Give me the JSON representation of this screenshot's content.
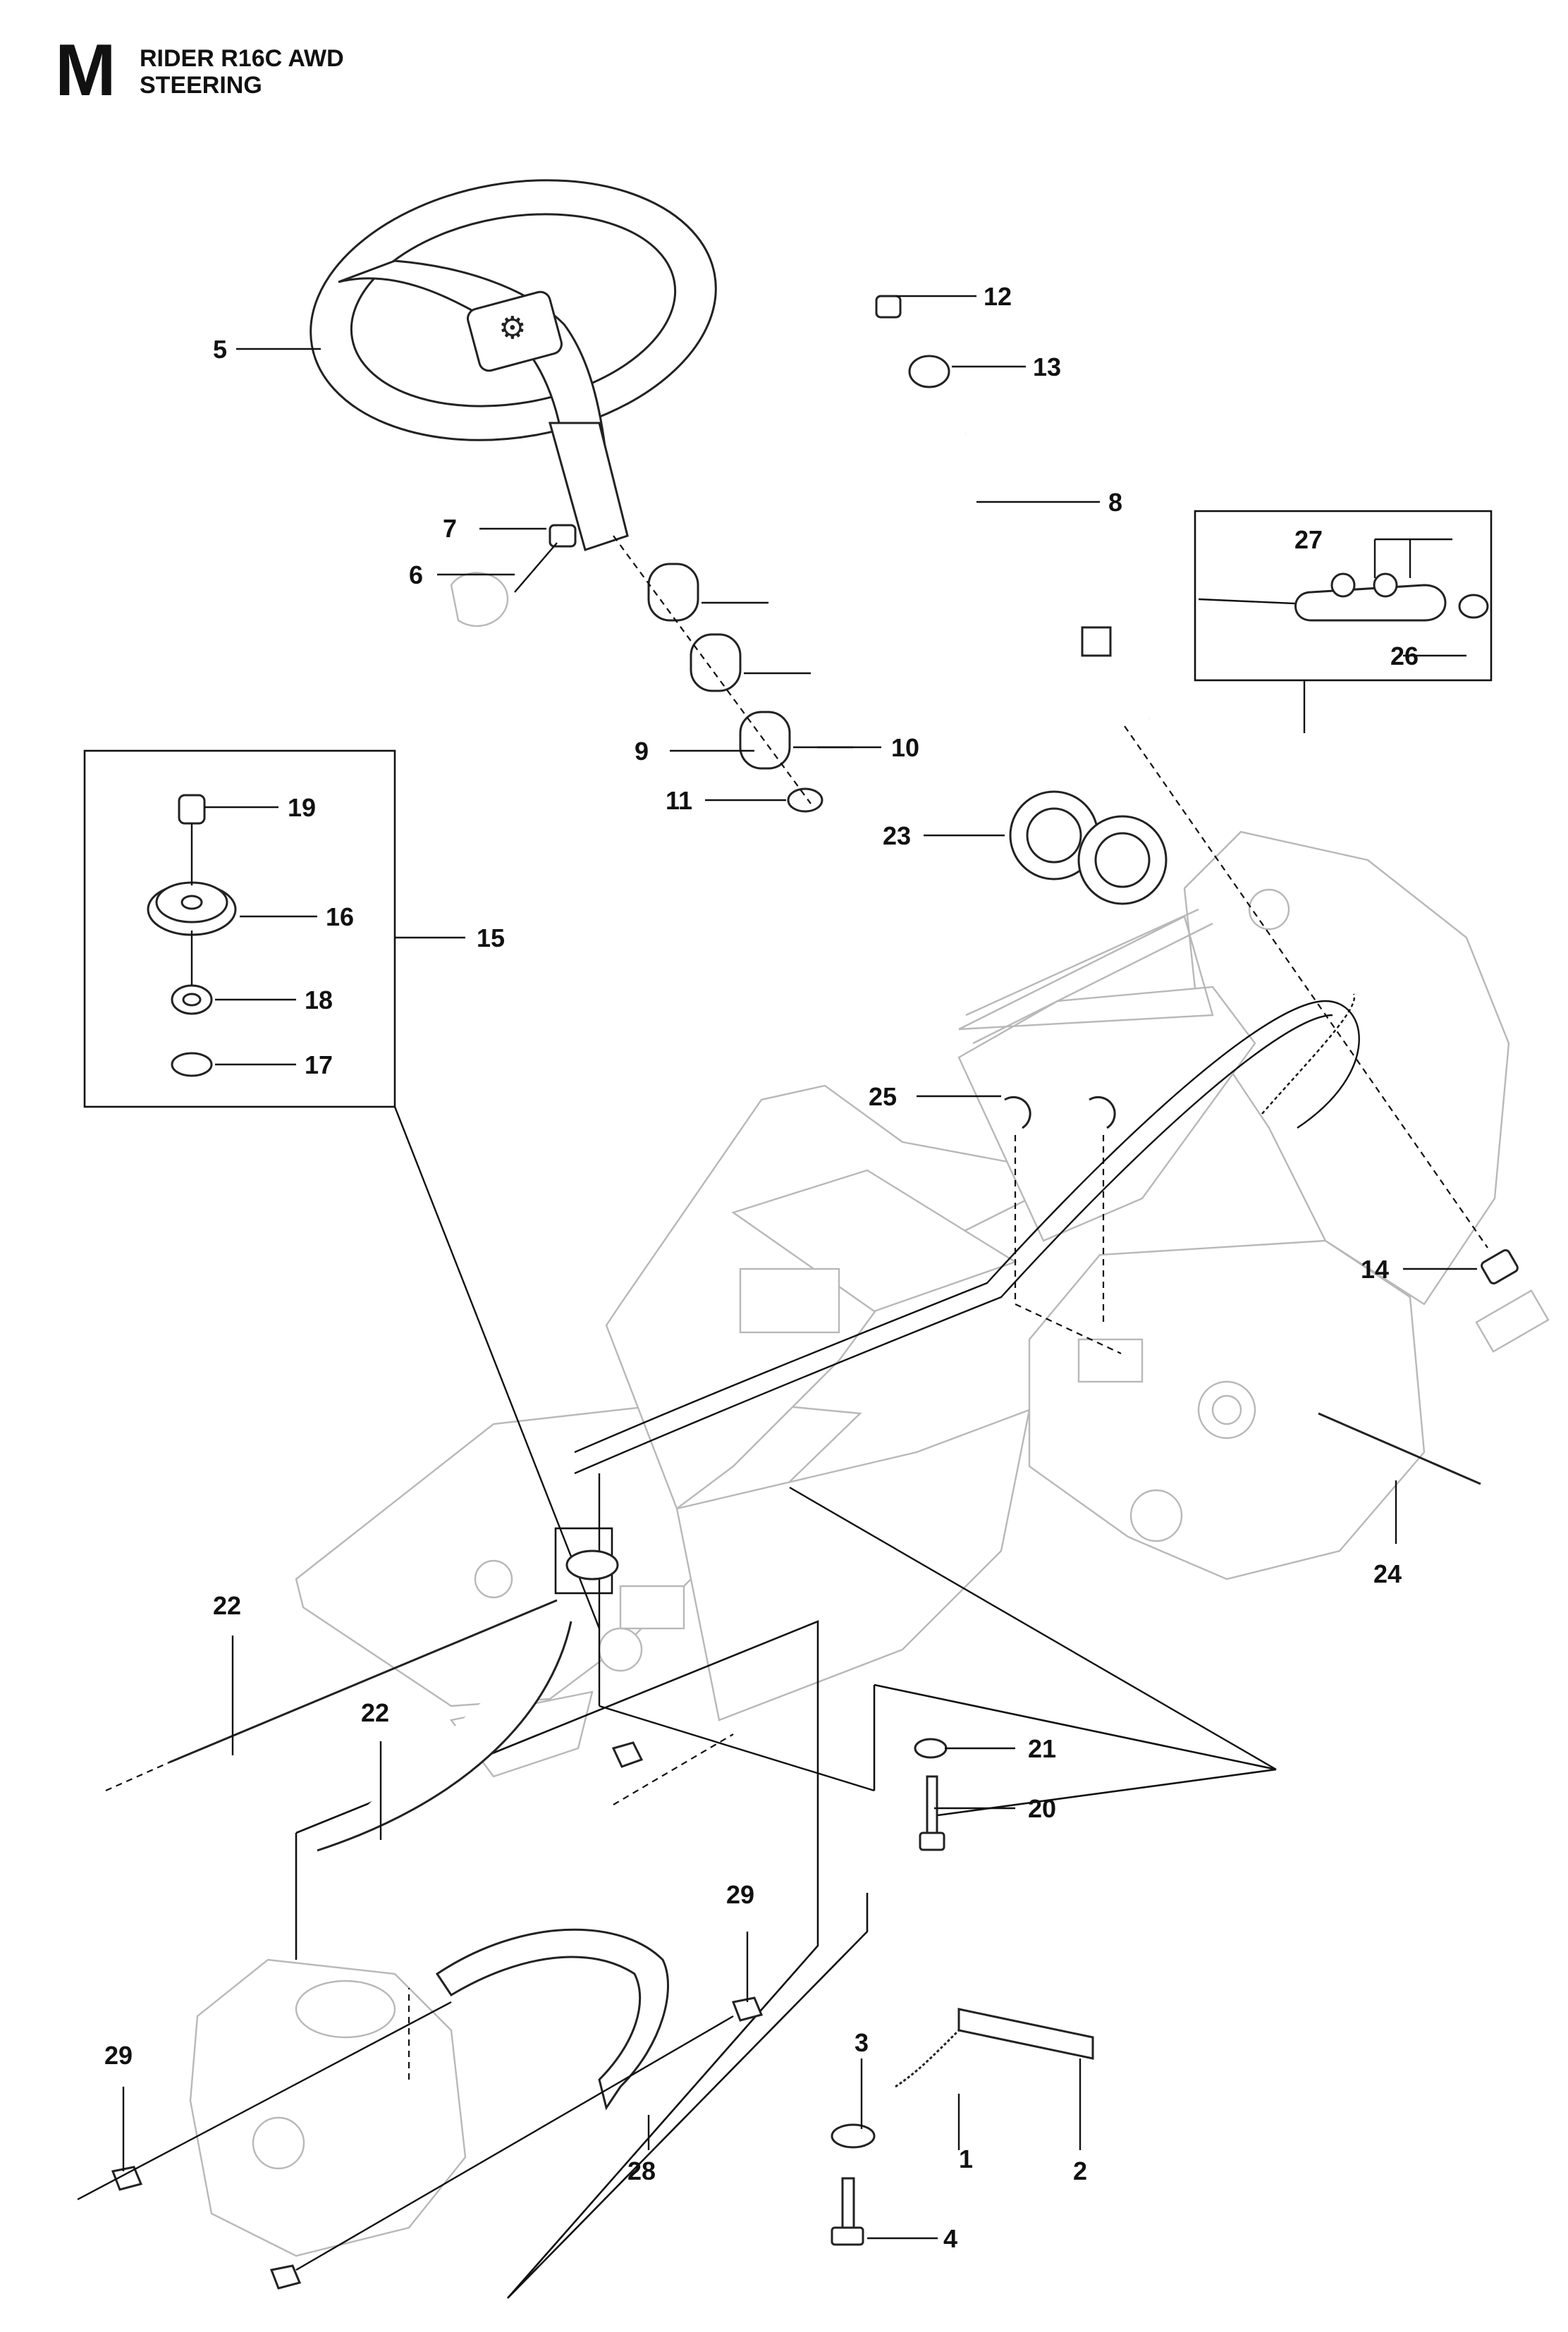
{
  "header": {
    "section_letter": "M",
    "title_line1": "RIDER R16C AWD",
    "title_line2": "STEERING"
  },
  "callouts": [
    "1",
    "2",
    "3",
    "4",
    "5",
    "6",
    "7",
    "8",
    "9",
    "10",
    "11",
    "12",
    "13",
    "14",
    "15",
    "16",
    "17",
    "18",
    "19",
    "20",
    "21",
    "22",
    "23",
    "24",
    "25",
    "26",
    "27",
    "28",
    "29"
  ]
}
